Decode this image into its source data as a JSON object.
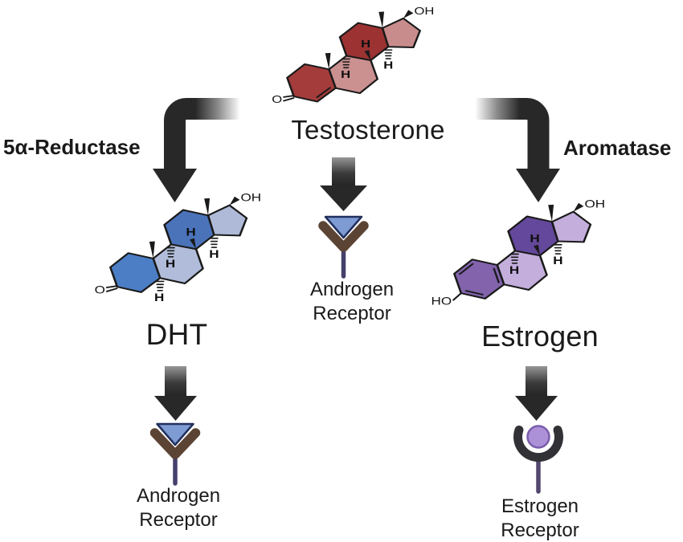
{
  "figure": {
    "background": "#ffffff"
  },
  "palette": {
    "arrow": "#282828",
    "bond": "#1a1a1a",
    "text": "#1a1a1a"
  },
  "symbols": {
    "hydroxyl": "OH",
    "ketone_oxygen": "O",
    "hydroxyl_left": "HO",
    "hydrogen": "H"
  },
  "molecules": {
    "testosterone": {
      "label": "Testosterone",
      "colors": {
        "ringA": "#A43C3C",
        "ringB": "#CB9090",
        "ringC": "#9C3232",
        "ringD": "#C98C8C"
      }
    },
    "dht": {
      "label": "DHT",
      "colors": {
        "ringA": "#4B7EC5",
        "ringB": "#B0BCD9",
        "ringC": "#4A73BA",
        "ringD": "#AFBAD8"
      }
    },
    "estrogen": {
      "label": "Estrogen",
      "colors": {
        "ringA": "#8263AC",
        "ringB": "#C3AEDC",
        "ringC": "#64489B",
        "ringD": "#C3AEDC"
      }
    }
  },
  "enzymes": {
    "reductase": "5α-Reductase",
    "aromatase": "Aromatase"
  },
  "receptors": {
    "androgen_mid": {
      "line1": "Androgen",
      "line2": "Receptor"
    },
    "androgen_bottom": {
      "line1": "Androgen",
      "line2": "Receptor"
    },
    "estrogen_bottom": {
      "line1": "Estrogen",
      "line2": "Receptor"
    },
    "colors": {
      "androgen_arms": "#5C4434",
      "androgen_ligand_fill": "#7E9BD4",
      "androgen_ligand_border": "#22305C",
      "androgen_stem": "#44406B",
      "estrogen_cup": "#313136",
      "estrogen_ligand_fill": "#AC90D8",
      "estrogen_ligand_border": "#7A5CAB",
      "estrogen_stem": "#53476F"
    }
  }
}
